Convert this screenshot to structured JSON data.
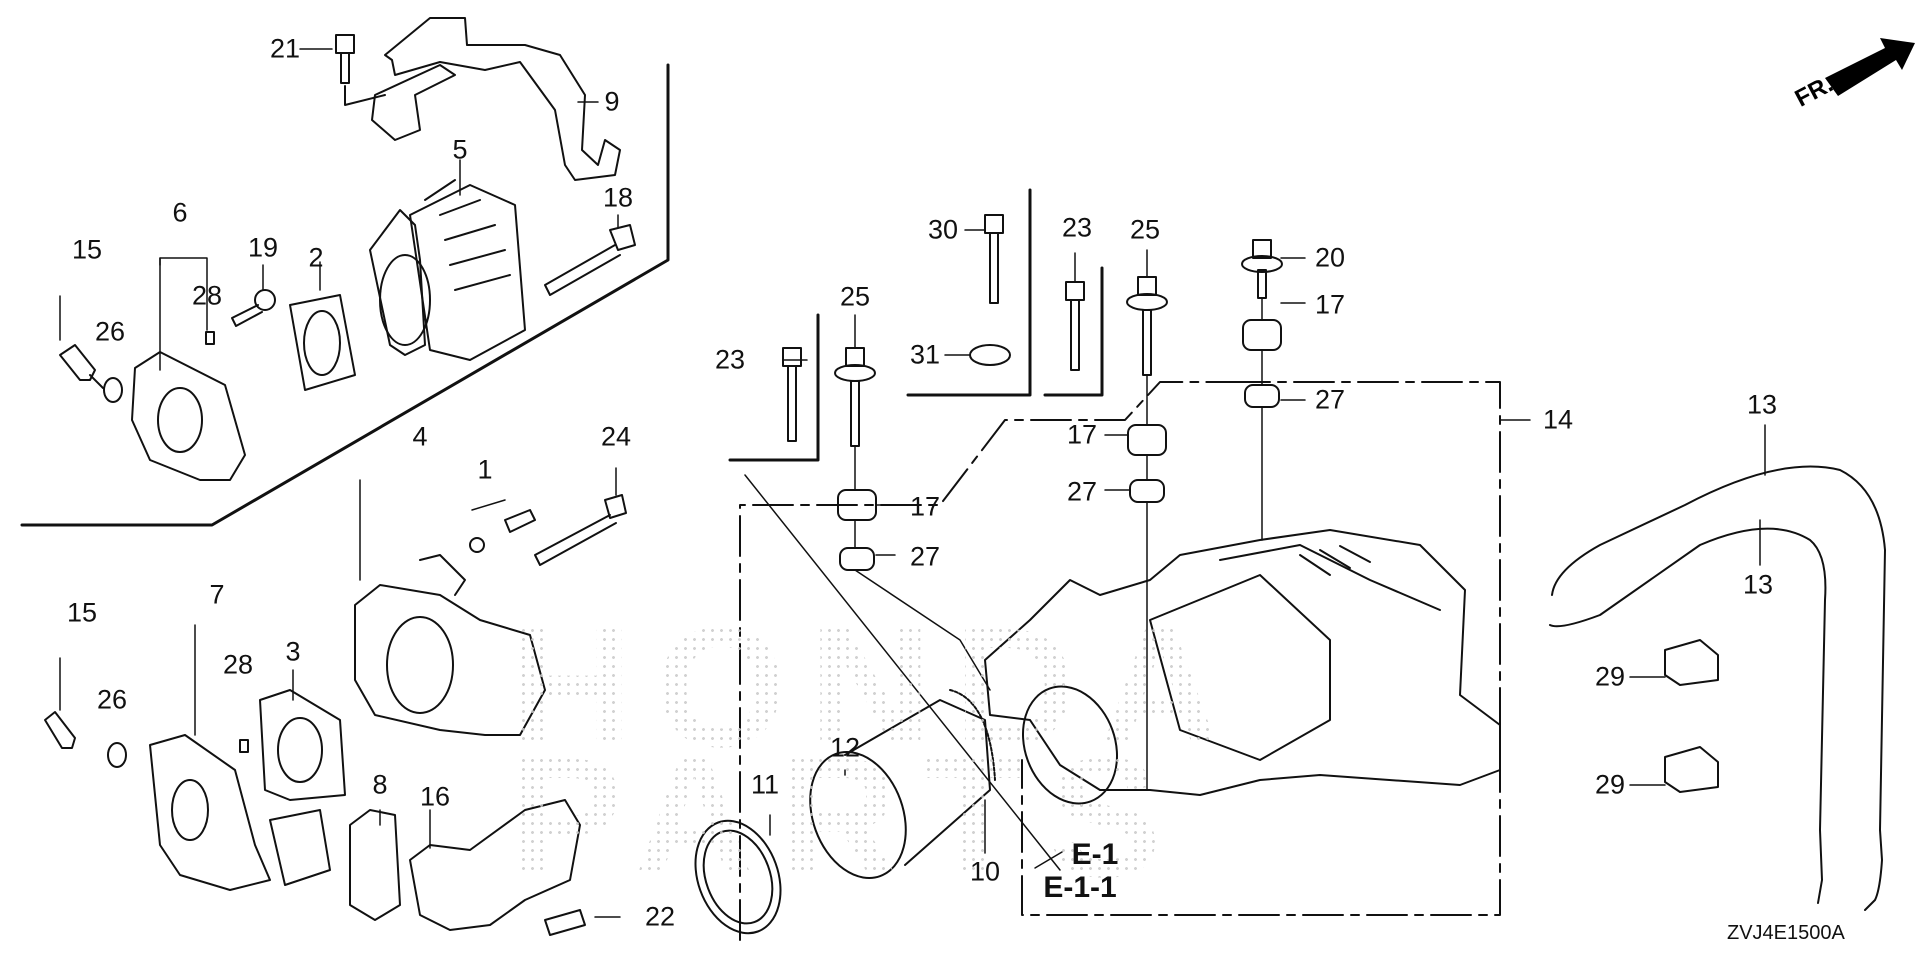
{
  "diagram": {
    "title": "Throttle Body / Air Cleaner Housing Exploded Parts Diagram",
    "drawing_code": "ZVJ4E1500A",
    "orientation_indicator": {
      "text": "FR.",
      "icon": "front-direction-arrow-icon"
    },
    "watermark": [
      "HONDA",
      "PARTS"
    ],
    "reference_labels": [
      "E-1",
      "E-1-1"
    ],
    "callouts": [
      {
        "id": "c21a",
        "part": "21"
      },
      {
        "id": "c9",
        "part": "9"
      },
      {
        "id": "c5",
        "part": "5"
      },
      {
        "id": "c18",
        "part": "18"
      },
      {
        "id": "c6",
        "part": "6"
      },
      {
        "id": "c15a",
        "part": "15"
      },
      {
        "id": "c19",
        "part": "19"
      },
      {
        "id": "c2",
        "part": "2"
      },
      {
        "id": "c28a",
        "part": "28"
      },
      {
        "id": "c26a",
        "part": "26"
      },
      {
        "id": "c4",
        "part": "4"
      },
      {
        "id": "c1",
        "part": "1"
      },
      {
        "id": "c24",
        "part": "24"
      },
      {
        "id": "c7",
        "part": "7"
      },
      {
        "id": "c15b",
        "part": "15"
      },
      {
        "id": "c28b",
        "part": "28"
      },
      {
        "id": "c3",
        "part": "3"
      },
      {
        "id": "c26b",
        "part": "26"
      },
      {
        "id": "c8",
        "part": "8"
      },
      {
        "id": "c16",
        "part": "16"
      },
      {
        "id": "c22",
        "part": "22"
      },
      {
        "id": "c11",
        "part": "11"
      },
      {
        "id": "c12",
        "part": "12"
      },
      {
        "id": "c10",
        "part": "10"
      },
      {
        "id": "c30",
        "part": "30"
      },
      {
        "id": "c31",
        "part": "31"
      },
      {
        "id": "c23a",
        "part": "23"
      },
      {
        "id": "c25a",
        "part": "25"
      },
      {
        "id": "c23b",
        "part": "23"
      },
      {
        "id": "c25b",
        "part": "25"
      },
      {
        "id": "c20",
        "part": "20"
      },
      {
        "id": "c17a",
        "part": "17"
      },
      {
        "id": "c27a",
        "part": "27"
      },
      {
        "id": "c17b",
        "part": "17"
      },
      {
        "id": "c27b",
        "part": "27"
      },
      {
        "id": "c17c",
        "part": "17"
      },
      {
        "id": "c27c",
        "part": "27"
      },
      {
        "id": "c14",
        "part": "14"
      },
      {
        "id": "c13a",
        "part": "13"
      },
      {
        "id": "c13b",
        "part": "13"
      },
      {
        "id": "c29a",
        "part": "29"
      },
      {
        "id": "c29b",
        "part": "29"
      }
    ]
  }
}
